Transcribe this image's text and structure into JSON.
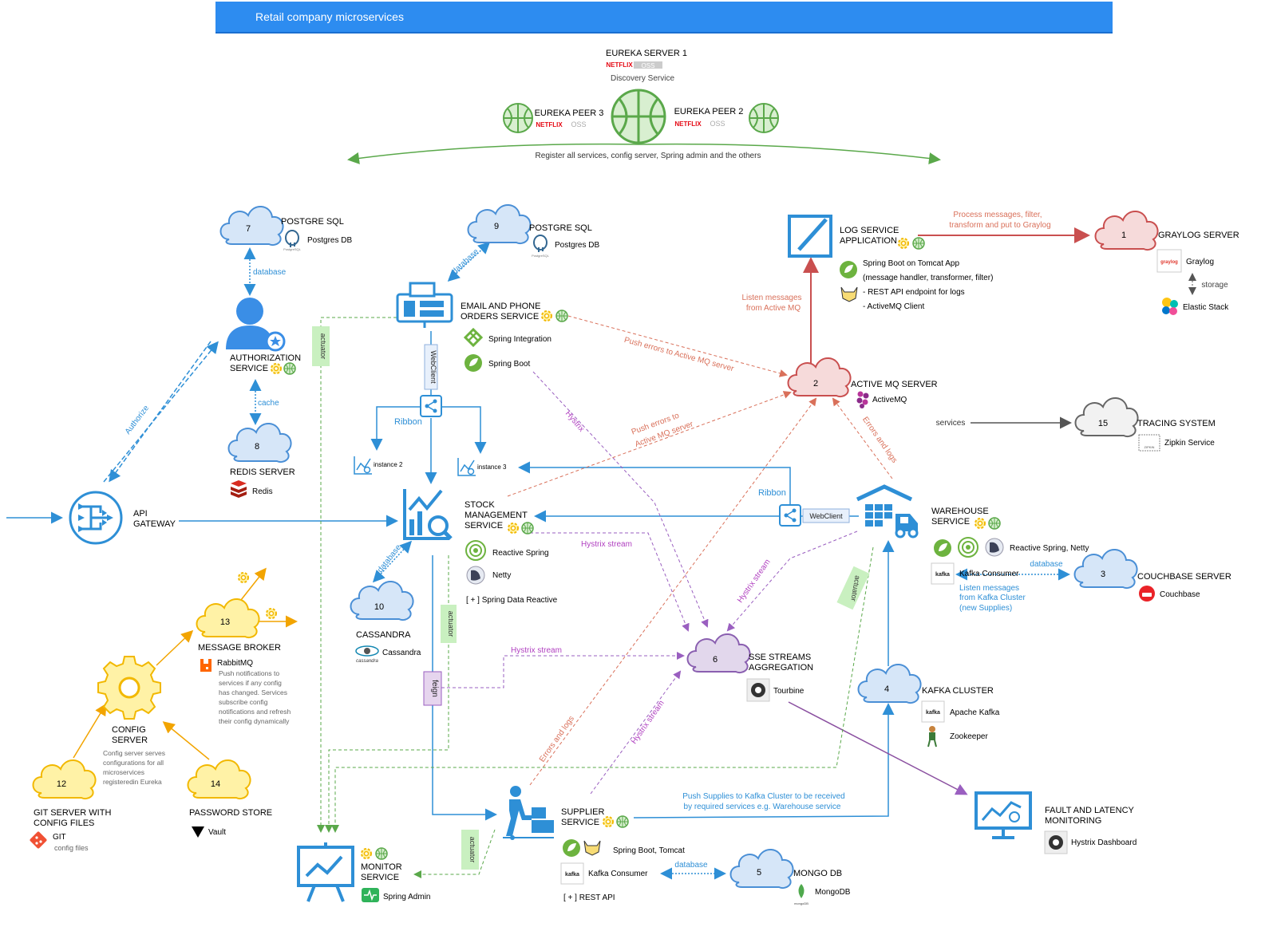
{
  "banner": {
    "title": "Retail company microservices"
  },
  "eureka": {
    "server": "EUREKA SERVER 1",
    "brand": "NETFLIX",
    "oss": "OSS",
    "role": "Discovery Service",
    "peer3": "EUREKA PEER 3",
    "peer2": "EUREKA PEER 2",
    "register_note": "Register all services, config server, Spring admin and the others"
  },
  "clouds": {
    "n1": "1",
    "n2": "2",
    "n3": "3",
    "n4": "4",
    "n5": "5",
    "n6": "6",
    "n7": "7",
    "n8": "8",
    "n9": "9",
    "n10": "10",
    "n12": "12",
    "n13": "13",
    "n14": "14",
    "n15": "15"
  },
  "postgres7": {
    "title": "POSTGRE SQL",
    "db": "Postgres DB",
    "logo_text": "PostgreSQL"
  },
  "postgres9": {
    "title": "POSTGRE SQL",
    "db": "Postgres DB",
    "logo_text": "PostgreSQL"
  },
  "auth": {
    "line1": "AUTHORIZATION",
    "line2": "SERVICE"
  },
  "redis": {
    "title": "REDIS SERVER",
    "tech": "Redis"
  },
  "api_gateway": {
    "line1": "API",
    "line2": "GATEWAY"
  },
  "email_orders": {
    "line1": "EMAIL AND PHONE",
    "line2": "ORDERS SERVICE",
    "tech1": "Spring Integration",
    "tech2": "Spring Boot"
  },
  "stock": {
    "line1": "STOCK",
    "line2": "MANAGEMENT",
    "line3": "SERVICE",
    "tech1": "Reactive Spring",
    "tech2": "Netty",
    "tech3": "[ + ]  Spring Data Reactive"
  },
  "cassandra": {
    "title": "CASSANDRA",
    "tech": "Cassandra",
    "logo_text": "cassandra"
  },
  "message_broker": {
    "title": "MESSAGE BROKER",
    "tech": "RabbitMQ",
    "desc": [
      "Push notifications to",
      "services if any config",
      "has changed. Services",
      "subscribe config",
      "notifications and refresh",
      "their config dynamically"
    ]
  },
  "config_server": {
    "line1": "CONFIG",
    "line2": "SERVER",
    "desc": [
      "Config server serves",
      "configurations for all",
      "microservices",
      "registeredin Eureka"
    ]
  },
  "git_server": {
    "line1": "GIT SERVER WITH",
    "line2": "CONFIG FILES",
    "tech": "GIT",
    "sub": "config files"
  },
  "password_store": {
    "title": "PASSWORD STORE",
    "tech": "Vault"
  },
  "monitor": {
    "line1": "MONITOR",
    "line2": "SERVICE",
    "tech": "Spring Admin"
  },
  "supplier": {
    "line1": "SUPPLIER",
    "line2": "SERVICE",
    "tech1": "Spring Boot, Tomcat",
    "tech2": "Kafka Consumer",
    "tech3": "[ + ]  REST API"
  },
  "mongo": {
    "title": "MONGO DB",
    "tech": "MongoDB",
    "logo_text": "mongoDB"
  },
  "sse": {
    "line1": "SSE STREAMS",
    "line2": "AGGREGATION",
    "tech": "Tourbine"
  },
  "kafka_cluster": {
    "title": "KAFKA CLUSTER",
    "tech1": "Apache Kafka",
    "tech2": "Zookeeper"
  },
  "fault": {
    "line1": "FAULT AND LATENCY",
    "line2": "MONITORING",
    "tech": "Hystrix Dashboard"
  },
  "warehouse": {
    "line1": "WAREHOUSE",
    "line2": "SERVICE",
    "tech1": "Reactive Spring, Netty",
    "tech2": "Kafka Consumer",
    "listen": [
      "Listen messages",
      "from Kafka Cluster",
      "(new Supplies)"
    ]
  },
  "couchbase": {
    "title": "COUCHBASE SERVER",
    "tech": "Couchbase"
  },
  "activemq": {
    "title": "ACTIVE MQ SERVER",
    "tech": "ActiveMQ"
  },
  "log_service": {
    "line1": "LOG SERVICE",
    "line2": "APPLICATION",
    "tech1": "Spring Boot on Tomcat App",
    "tech2": "(message handler, transformer, filter)",
    "tech3": "- REST API endpoint for logs",
    "tech4": "- ActiveMQ Client"
  },
  "graylog": {
    "title": "GRAYLOG SERVER",
    "tech1": "Graylog",
    "tech2": "Elastic Stack",
    "storage": "storage",
    "logo_text": "graylog"
  },
  "tracing": {
    "title": "TRACING SYSTEM",
    "tech": "Zipkin Service",
    "services": "services",
    "logo_text": "ZIPKIN"
  },
  "kafka_logo": "kafka",
  "edges": {
    "database": "database",
    "cache": "cache",
    "authorize": "Authorize",
    "actuator": "actuator",
    "webclient": "WebClient",
    "ribbon": "Ribbon",
    "instance2": "instance 2",
    "instance3": "instance 3",
    "hystrix": "Hystrix",
    "hystrix_stream": "Hystrix stream",
    "feign": "feign",
    "push_errors": "Push errors to Active MQ server",
    "push_errors2a": "Push errors to",
    "push_errors2b": "Active MQ server",
    "errors_logs": "Errors and logs",
    "listen_a": "Listen messages",
    "listen_b": "from Active MQ",
    "process_a": "Process messages, filter,",
    "process_b": "transform and put to Graylog",
    "push_supplies_a": "Push Supplies to Kafka Cluster to be received",
    "push_supplies_b": "by required services e.g. Warehouse service"
  },
  "colors": {
    "blue": "#2e8fd6",
    "cloud_blue_fill": "#d6e6f8",
    "cloud_blue_stroke": "#4a8fd6",
    "red_stroke": "#c94f4f",
    "red_fill": "#f6dada",
    "gray_stroke": "#666666",
    "purple_stroke": "#8a5fb0",
    "purple_fill": "#e2d7ec",
    "yellow_stroke": "#f2b800",
    "yellow_fill": "#fff2a6",
    "green": "#5aa84a",
    "salmon": "#d9705a",
    "magenta": "#b03fc0",
    "orange": "#f2a400"
  }
}
